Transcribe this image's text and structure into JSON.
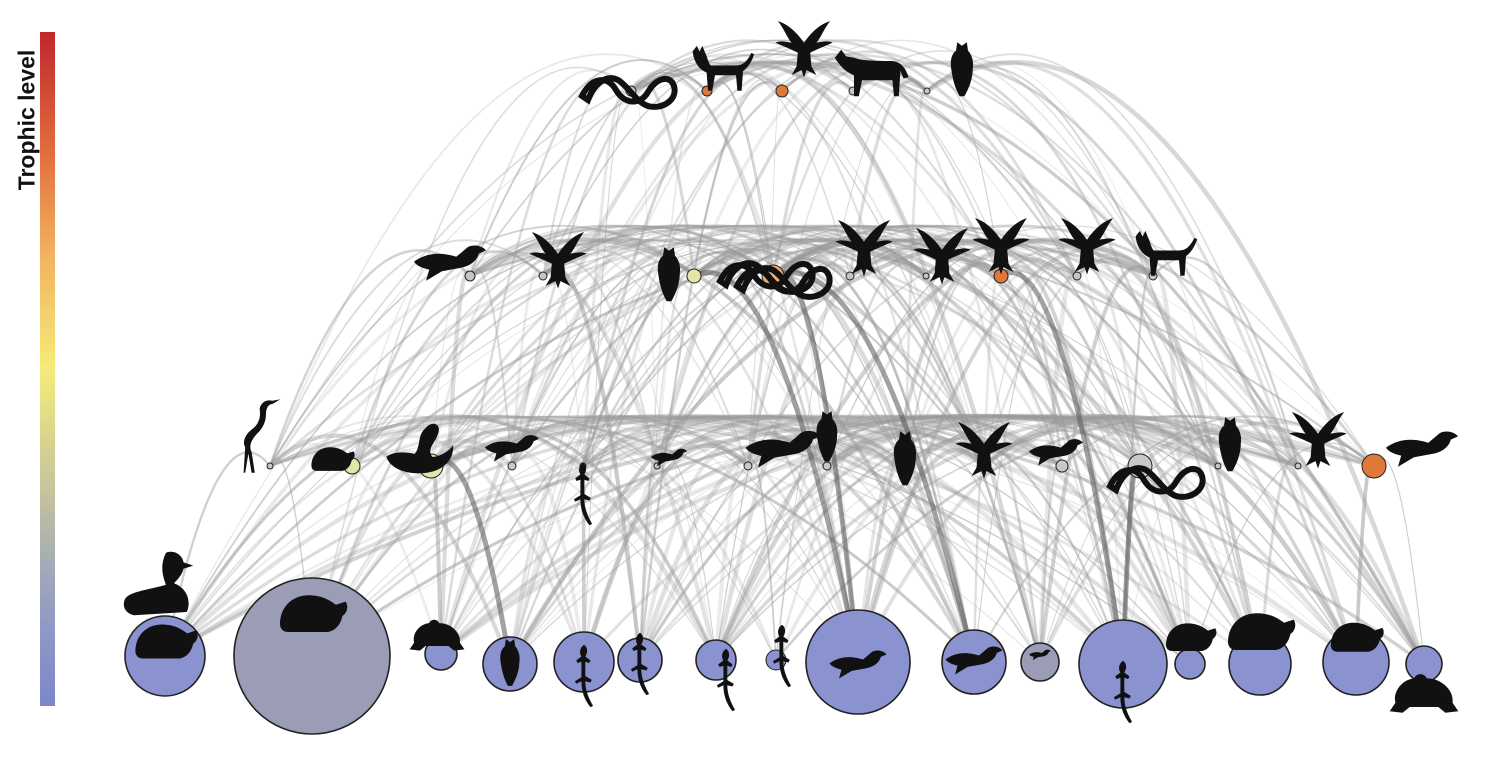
{
  "legend": {
    "label": "Trophic level",
    "colors": [
      "#c0272d",
      "#e06a3c",
      "#f2b25f",
      "#f4ec78",
      "#c8c69a",
      "#9aa2bf",
      "#7b86cc"
    ]
  },
  "palette": {
    "level_1": "#8a92cf",
    "level_1_grey": "#9a9db5",
    "level_2_yellow": "#e3e6a8",
    "level_2_grey": "#c8c8c8",
    "level_3_orange": "#ecaa72",
    "level_3_grey": "#c5c5c5",
    "level_4_red": "#e0783a",
    "silhouette": "#111111",
    "link": "#9a9a9a"
  },
  "food_web": {
    "levels": [
      {
        "name": "level-4",
        "species": [
          {
            "icon": "snake-icon",
            "color": "level_3_grey"
          },
          {
            "icon": "cat-icon",
            "color": "level_4_red"
          },
          {
            "icon": "eagle-icon",
            "color": "level_4_red"
          },
          {
            "icon": "wolf-icon",
            "color": "level_3_grey"
          },
          {
            "icon": "owl-icon",
            "color": "level_2_grey"
          }
        ]
      },
      {
        "name": "level-3",
        "species": [
          {
            "icon": "gull-icon",
            "color": "level_3_grey"
          },
          {
            "icon": "eagle-icon",
            "color": "level_3_grey"
          },
          {
            "icon": "barn-owl-icon",
            "color": "level_2_yellow"
          },
          {
            "icon": "snake-icon",
            "color": "level_2_yellow"
          },
          {
            "icon": "eagle-icon",
            "color": "level_3_grey"
          },
          {
            "icon": "snake-icon",
            "color": "level_3_orange"
          },
          {
            "icon": "eagle-icon",
            "color": "level_3_grey"
          },
          {
            "icon": "eagle-icon",
            "color": "level_4_red"
          },
          {
            "icon": "eagle-icon",
            "color": "level_3_grey"
          },
          {
            "icon": "cat-icon",
            "color": "level_3_grey"
          }
        ]
      },
      {
        "name": "level-2",
        "species": [
          {
            "icon": "heron-icon",
            "color": "level_2_grey"
          },
          {
            "icon": "hedgehog-icon",
            "color": "level_2_yellow"
          },
          {
            "icon": "swan-icon",
            "color": "level_2_yellow"
          },
          {
            "icon": "cardinal-icon",
            "color": "level_2_grey"
          },
          {
            "icon": "gecko-icon",
            "color": "level_2_grey"
          },
          {
            "icon": "crow-icon",
            "color": "level_2_grey"
          },
          {
            "icon": "magpie-icon",
            "color": "level_2_grey"
          },
          {
            "icon": "raven-icon",
            "color": "level_2_grey"
          },
          {
            "icon": "barn-owl-icon",
            "color": "level_2_yellow"
          },
          {
            "icon": "eagle-icon",
            "color": "level_2_grey"
          },
          {
            "icon": "thrush-icon",
            "color": "level_2_grey"
          },
          {
            "icon": "snake-icon",
            "color": "level_2_grey"
          },
          {
            "icon": "owl-icon",
            "color": "level_2_grey"
          },
          {
            "icon": "eagle-icon",
            "color": "level_2_grey"
          },
          {
            "icon": "gull-icon",
            "color": "level_4_red"
          }
        ]
      },
      {
        "name": "level-1",
        "species": [
          {
            "icon": "squirrel-icon",
            "color": "level_1"
          },
          {
            "icon": "rat-icon",
            "color": "level_1_grey"
          },
          {
            "icon": "frog-icon",
            "color": "level_1"
          },
          {
            "icon": "puffin-icon",
            "color": "level_1"
          },
          {
            "icon": "gecko-icon",
            "color": "level_1"
          },
          {
            "icon": "lizard-icon",
            "color": "level_1"
          },
          {
            "icon": "lizard-icon",
            "color": "level_1"
          },
          {
            "icon": "lizard-icon",
            "color": "level_1"
          },
          {
            "icon": "sparrow-icon",
            "color": "level_1"
          },
          {
            "icon": "sparrow-icon",
            "color": "level_1"
          },
          {
            "icon": "small-bird-icon",
            "color": "level_1_grey"
          },
          {
            "icon": "lizard-icon",
            "color": "level_1"
          },
          {
            "icon": "hamster-icon",
            "color": "level_1"
          },
          {
            "icon": "rat-icon",
            "color": "level_1"
          },
          {
            "icon": "beaver-icon",
            "color": "level_1"
          },
          {
            "icon": "toad-icon",
            "color": "level_1"
          }
        ]
      }
    ]
  }
}
